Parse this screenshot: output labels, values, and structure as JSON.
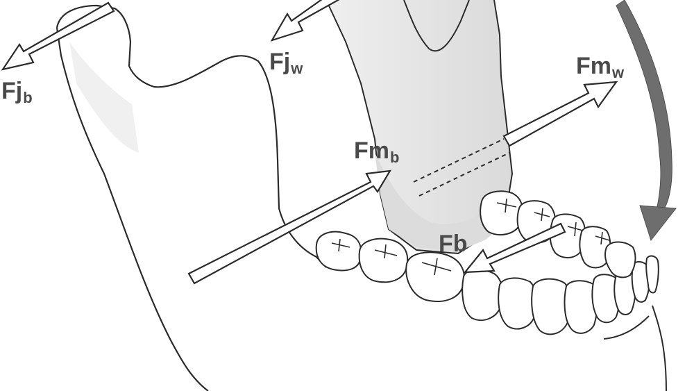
{
  "labels": {
    "fj": {
      "main": "Fj",
      "sub_b": "b",
      "sub_w": "w"
    },
    "fm": {
      "main": "Fm",
      "sub_b": "b",
      "sub_w": "w"
    },
    "fb": {
      "main": "Fb"
    }
  },
  "colors": {
    "outline": "#2b2b2b",
    "shade": "#e9e9e9",
    "shade_dark": "#dcdcdc",
    "label": "#4a4a4a",
    "rotation_arrow": "#6e6e6e"
  },
  "icons": {
    "rotation": "curved-arrow-icon",
    "force": "force-arrow-icon"
  }
}
